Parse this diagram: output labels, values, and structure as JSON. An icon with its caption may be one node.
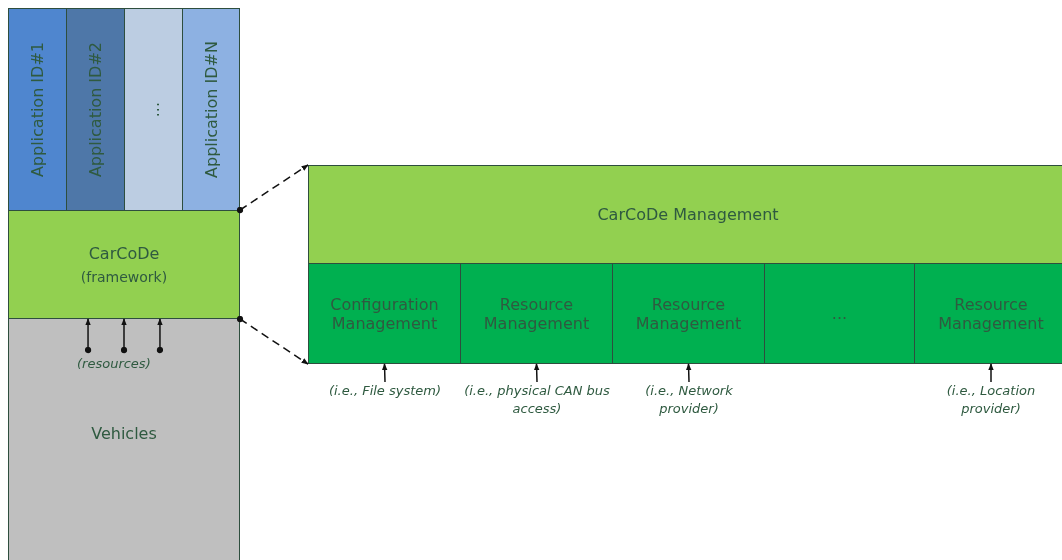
{
  "diagram": {
    "nodes": [
      {
        "text": [
          "Application ID#1"
        ]
      },
      {
        "text": [
          "Application ID#2"
        ]
      },
      {
        "text": [
          "..."
        ]
      },
      {
        "text": [
          "Application ID#N"
        ]
      },
      {
        "text": [
          "CarCoDe",
          "(framework)"
        ]
      },
      {
        "text": [
          "Vehicles"
        ]
      },
      {
        "text": [
          "CarCoDe Management"
        ]
      },
      {
        "text": [
          "Configuration Management"
        ]
      },
      {
        "text": [
          "Resource Management"
        ]
      },
      {
        "text": [
          "Resource Management"
        ]
      },
      {
        "text": [
          "..."
        ]
      },
      {
        "text": [
          "Resource Management"
        ]
      },
      {
        "text": [
          "(i.e., File system)"
        ]
      },
      {
        "text": [
          "(i.e., physical CAN bus access)"
        ]
      },
      {
        "text": [
          "(i.e., Network provider)"
        ]
      },
      {
        "text": [
          "(i.e., Location provider)"
        ]
      }
    ],
    "edges": [
      {
        "from": 4,
        "to": 6,
        "arrow": "to",
        "style": "dashed"
      },
      {
        "from": 4,
        "to": 7,
        "arrow": "to",
        "style": "dashed"
      },
      {
        "from": 5,
        "to": 4,
        "arrow": "to"
      },
      {
        "from": 5,
        "to": 4,
        "arrow": "to"
      },
      {
        "from": 5,
        "to": 4,
        "arrow": "to"
      },
      {
        "from": 12,
        "to": 7,
        "arrow": "to"
      },
      {
        "from": 13,
        "to": 8,
        "arrow": "to"
      },
      {
        "from": 14,
        "to": 9,
        "arrow": "to"
      },
      {
        "from": 15,
        "to": 11,
        "arrow": "to"
      }
    ],
    "labels": [
      "(resources)"
    ]
  }
}
